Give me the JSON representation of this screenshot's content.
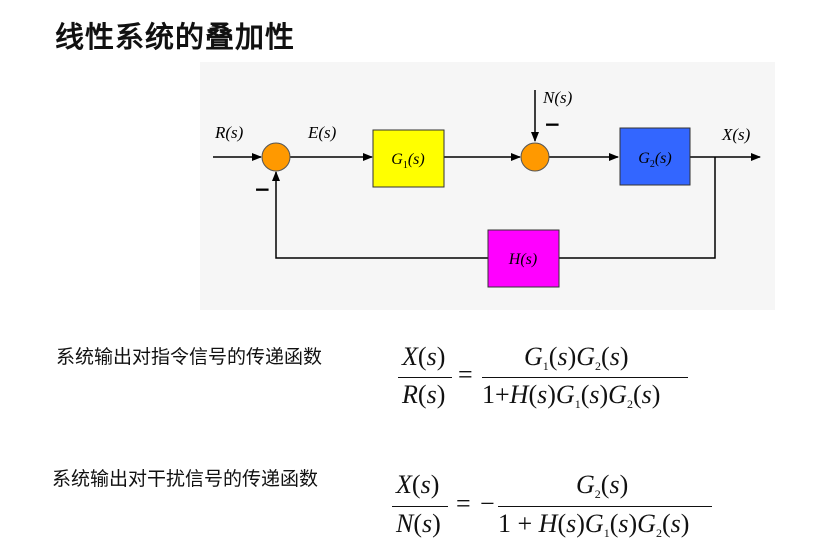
{
  "title": "线性系统的叠加性",
  "diagram": {
    "signals": {
      "R": "R(s)",
      "E": "E(s)",
      "N": "N(s)",
      "X": "X(s)"
    },
    "blocks": {
      "G1": {
        "name": "G",
        "sub": "1",
        "arg": "(s)",
        "color": "#ffff00"
      },
      "G2": {
        "name": "G",
        "sub": "2",
        "arg": "(s)",
        "color": "#3366ff"
      },
      "H": {
        "name": "H",
        "arg": "(s)",
        "color": "#ff00ff"
      }
    },
    "summer_color": "#ff9900",
    "signs": {
      "feedback": "−",
      "disturbance": "−"
    }
  },
  "transfer_functions": [
    {
      "label": "系统输出对指令信号的传递函数",
      "lhs_num": "X(s)",
      "lhs_den": "R(s)",
      "sign": "",
      "numerator": "G1(s)G2(s)",
      "denominator": "1+H(s)G1(s)G2(s)"
    },
    {
      "label": "系统输出对干扰信号的传递函数",
      "lhs_num": "X(s)",
      "lhs_den": "N(s)",
      "sign": "−",
      "numerator": "G2(s)",
      "denominator": "1 + H(s)G1(s)G2(s)"
    }
  ]
}
